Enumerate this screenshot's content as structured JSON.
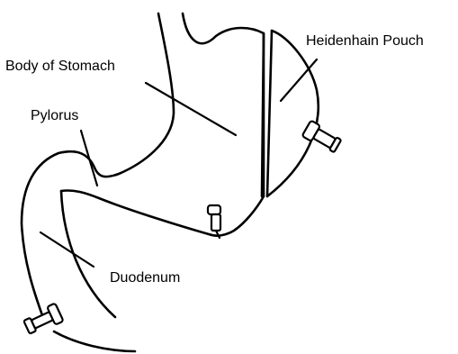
{
  "labels": {
    "heidenhain_pouch": "Heidenhain Pouch",
    "body_of_stomach": "Body of Stomach",
    "pylorus": "Pylorus",
    "duodenum": "Duodenum"
  }
}
